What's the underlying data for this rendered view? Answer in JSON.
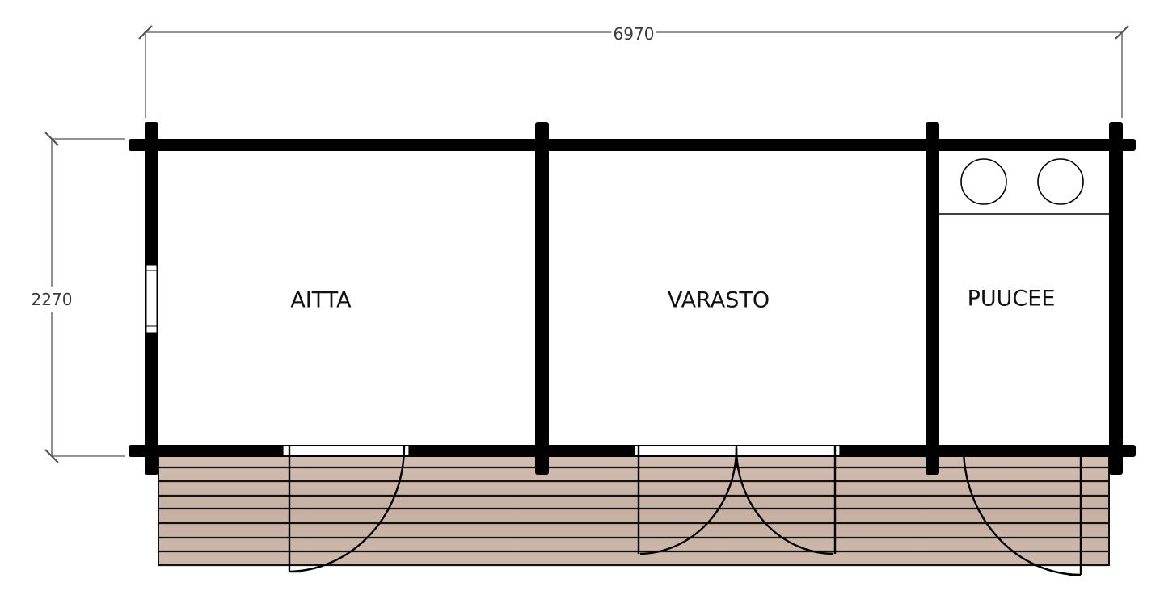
{
  "plan": {
    "dimensions": {
      "width_label": "6970",
      "height_label": "2270"
    },
    "rooms": [
      {
        "id": "aitta",
        "label": "AITTA"
      },
      {
        "id": "varasto",
        "label": "VARASTO"
      },
      {
        "id": "puucee",
        "label": "PUUCEE"
      }
    ],
    "fixtures": {
      "toilet_seats": 2
    },
    "colors": {
      "wall": "#000000",
      "deck": "#c9b3a5",
      "deck_plank_line": "#111111",
      "dimension_line": "#555555",
      "text": "#111111"
    }
  }
}
